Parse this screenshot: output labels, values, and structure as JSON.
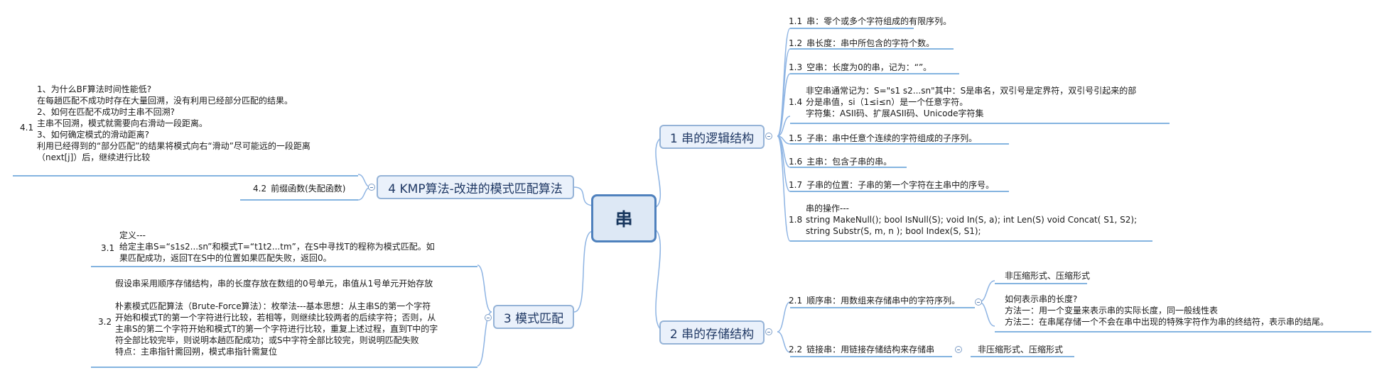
{
  "root": {
    "label": "串"
  },
  "branch1": {
    "title": "1 串的逻辑结构",
    "items": [
      {
        "num": "1.1",
        "text": "串：零个或多个字符组成的有限序列。"
      },
      {
        "num": "1.2",
        "text": "串长度：串中所包含的字符个数。"
      },
      {
        "num": "1.3",
        "text": "空串：长度为0的串，记为：“”。"
      },
      {
        "num": "1.4",
        "lines": [
          "非空串通常记为：S=\"s1 s2...sn\"其中：S是串名，双引号是定界符，双引号引起来的部",
          "分是串值，si（1≤i≤n）是一个任意字符。",
          "字符集：ASII码、扩展ASII码、Unicode字符集"
        ]
      },
      {
        "num": "1.5",
        "text": "子串：串中任意个连续的字符组成的子序列。"
      },
      {
        "num": "1.6",
        "text": "主串：包含子串的串。"
      },
      {
        "num": "1.7",
        "text": "子串的位置：子串的第一个字符在主串中的序号。"
      },
      {
        "num": "1.8",
        "lines": [
          "串的操作---",
          "string MakeNull(); bool IsNull(S); void In(S, a); int Len(S) void Concat( S1, S2);",
          "string Substr(S, m, n ); bool Index(S, S1);"
        ]
      }
    ]
  },
  "branch2": {
    "title": "2 串的存储结构",
    "items": [
      {
        "num": "2.1",
        "text": "顺序串：用数组来存储串中的字符序列。",
        "children": [
          {
            "lines": [
              "非压缩形式、压缩形式"
            ]
          },
          {
            "lines": [
              "如何表示串的长度?",
              "方法一：用一个变量来表示串的实际长度，同一般线性表",
              "方法二：在串尾存储一个不会在串中出现的特殊字符作为串的终结符，表示串的结尾。"
            ]
          }
        ]
      },
      {
        "num": "2.2",
        "text": "链接串：用链接存储结构来存储串",
        "children": [
          {
            "lines": [
              "非压缩形式、压缩形式"
            ]
          }
        ]
      }
    ]
  },
  "branch3": {
    "title": "3 模式匹配",
    "items": [
      {
        "num": "3.1",
        "lines": [
          "定义---",
          "给定主串S=“s1s2...sn”和模式T=“t1t2...tm”，在S中寻找T的程称为模式匹配。如",
          "果匹配成功，返回T在S中的位置如果匹配失败，返回0。"
        ]
      },
      {
        "num": "3.2",
        "lines": [
          "假设串采用顺序存储结构，串的长度存放在数组的0号单元，串值从1号单元开始存放",
          "",
          "朴素模式匹配算法（Brute-Force算法）：枚举法---基本思想：从主串S的第一个字符",
          "开始和模式T的第一个字符进行比较，若相等，则继续比较两者的后续字符；否则，从",
          "主串S的第二个字符开始和模式T的第一个字符进行比较，重复上述过程，直到T中的字",
          "符全部比较完毕，则说明本趟匹配成功；或S中字符全部比较完，则说明匹配失败",
          "特点：主串指针需回朔，模式串指针需复位"
        ]
      }
    ]
  },
  "branch4": {
    "title": "4 KMP算法-改进的模式匹配算法",
    "items": [
      {
        "num": "4.1",
        "lines": [
          "1、为什么BF算法时间性能低?",
          "在每趟匹配不成功时存在大量回溯，没有利用已经部分匹配的结果。",
          "2、如何在匹配不成功时主串不回溯?",
          "主串不回溯，模式就需要向右滑动一段距离。",
          "3、如何确定模式的滑动距离?",
          "利用已经得到的“部分匹配”的结果将模式向右“滑动”尽可能远的一段距离",
          "（next[j]）后，继续进行比较"
        ]
      },
      {
        "num": "4.2",
        "text": "前缀函数(失配函数)"
      }
    ]
  },
  "colors": {
    "line": "#5b9bd5",
    "node_border": "#95b3d7",
    "node_fill": "#eaf1fb",
    "root_border": "#4f81bd",
    "root_fill": "#dde8f5"
  }
}
